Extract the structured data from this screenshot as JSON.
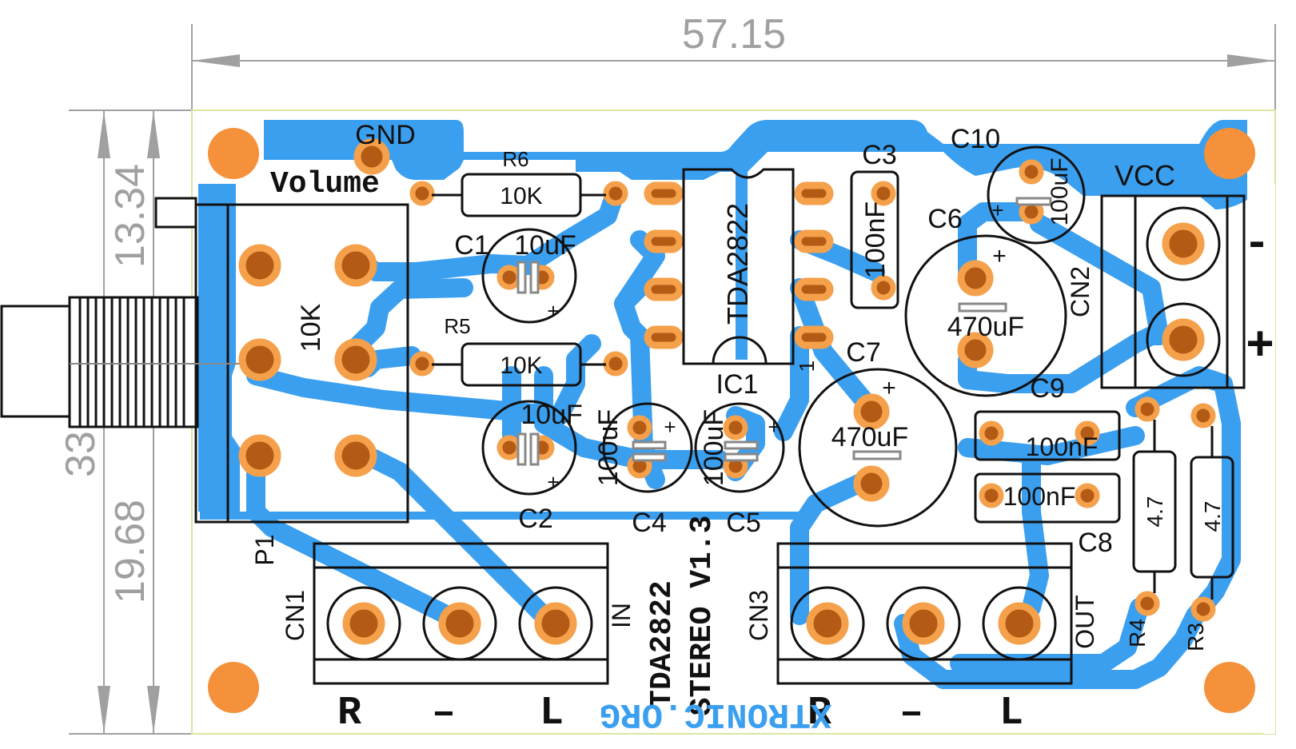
{
  "dimensions": {
    "width": "57.15",
    "height_total": "33.02",
    "height_upper": "13.34",
    "height_lower": "19.68"
  },
  "labels": {
    "gnd": "GND",
    "volume": "Volume",
    "r6": "R6",
    "r6_value": "10K",
    "r5": "R5",
    "r5_value": "10K",
    "c1": "C1",
    "c1_value": "10uF",
    "c2": "C2",
    "c2_value": "10uF",
    "c3": "C3",
    "c3_value": "100nF",
    "c4": "C4",
    "c4_value": "100uF",
    "c5": "C5",
    "c5_value": "100uF",
    "c6": "C6",
    "c6_value": "470uF",
    "c7": "C7",
    "c7_value": "470uF",
    "c8": "C8",
    "c8_value": "100nF",
    "c9": "C9",
    "c9_value": "100nF",
    "c10": "C10",
    "c10_value": "100uF",
    "ic1": "IC1",
    "ic_part": "TDA2822",
    "pin1": "1",
    "p1": "P1",
    "pot_value": "10K",
    "cn1": "CN1",
    "cn2": "CN2",
    "cn3": "CN3",
    "vcc": "VCC",
    "minus": "-",
    "plus": "+",
    "in": "IN",
    "out": "OUT",
    "r3": "R3",
    "r3_value": "4.7",
    "r4": "R4",
    "r4_value": "4.7",
    "board_title_1": "TDA2822",
    "board_title_2": "STEREO V1.3",
    "copper_text": "XTRONIC.ORG",
    "in_r": "R",
    "in_gnd": "–",
    "in_l": "L",
    "out_r": "R",
    "out_gnd": "–",
    "out_l": "L",
    "polarity_plus": "+"
  },
  "colors": {
    "copper": "#3b9ff0",
    "pad": "#f5a04a",
    "pad_hole": "#b35a15",
    "mount_hole": "#f5913a",
    "silkscreen": "#111111",
    "dimension": "#a0a0a0",
    "board_outline": "#d8e6a0"
  }
}
